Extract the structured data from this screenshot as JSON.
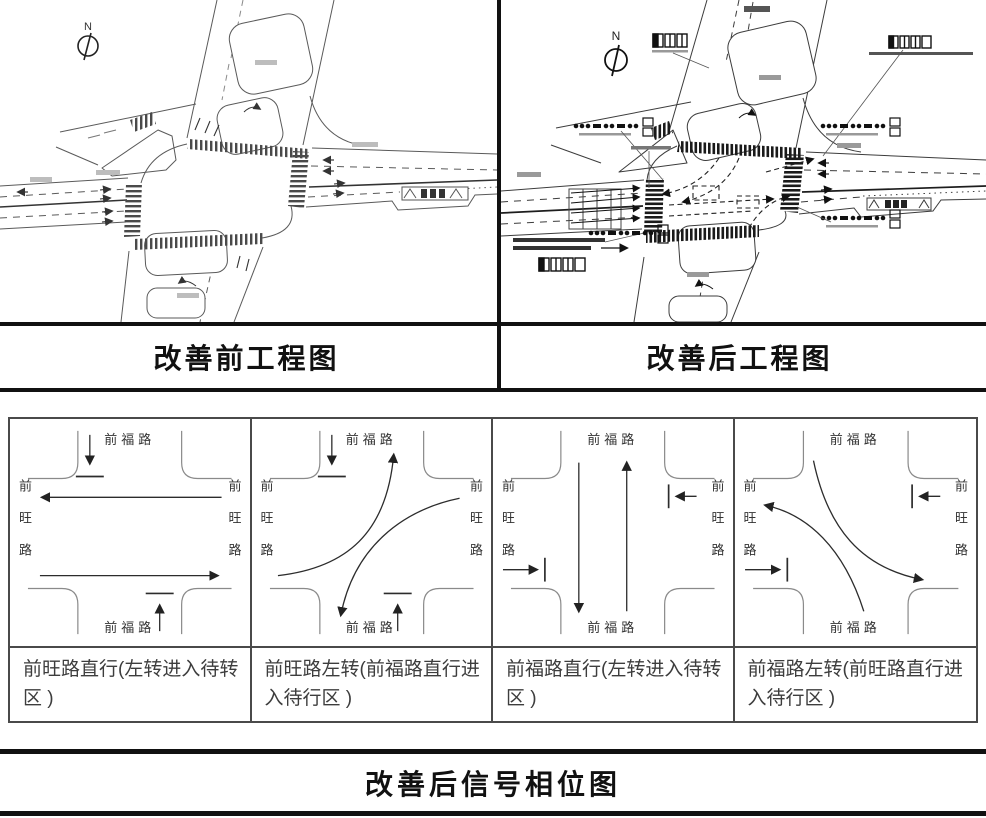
{
  "engineering": {
    "before": {
      "caption": "改善前工程图",
      "north_label": "N"
    },
    "after": {
      "caption": "改善后工程图",
      "north_label": "N"
    }
  },
  "phase_section": {
    "title": "改善后信号相位图",
    "road_labels": {
      "north": "前福路",
      "south": "前福路",
      "west": "前旺路",
      "east": "前旺路"
    },
    "phases": [
      {
        "caption": "前旺路直行(左转进入待转区 )"
      },
      {
        "caption": "前旺路左转(前福路直行进入待行区 )"
      },
      {
        "caption": "前福路直行(左转进入待转区 )"
      },
      {
        "caption": "前福路左转(前旺路直行进入待行区 )"
      }
    ]
  },
  "colors": {
    "background": "#ffffff",
    "heavy_rule": "#111111",
    "table_border": "#4a4a4a",
    "caption_text": "#3d3d3d",
    "drawing_line": "#555555"
  }
}
